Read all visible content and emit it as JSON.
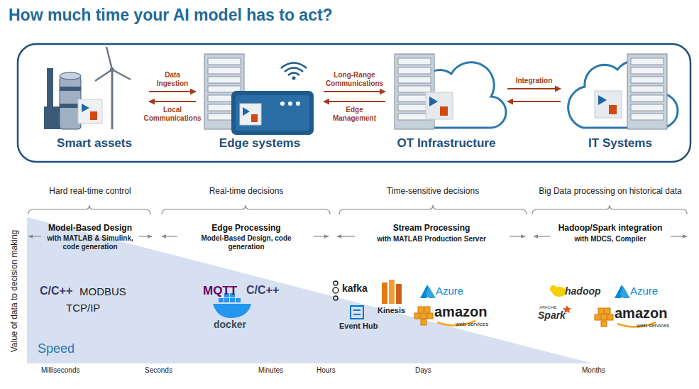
{
  "diagram": {
    "title": "How much time your AI model has to act?",
    "nodes": [
      {
        "text": [
          "Smart assets"
        ]
      },
      {
        "text": [
          "Edge systems"
        ]
      },
      {
        "text": [
          "OT Infrastructure"
        ]
      },
      {
        "text": [
          "IT Systems"
        ]
      }
    ],
    "edges": [
      {
        "from": 0,
        "to": 1,
        "label": "Data Ingestion",
        "arrow": "to"
      },
      {
        "from": 1,
        "to": 0,
        "label": "Local Communications",
        "arrow": "to"
      },
      {
        "from": 1,
        "to": 2,
        "label": "Long-Range Communications",
        "arrow": "to"
      },
      {
        "from": 2,
        "to": 1,
        "label": "Edge Management",
        "arrow": "to"
      },
      {
        "from": 2,
        "to": 3,
        "label": "Integration",
        "arrow": "to"
      },
      {
        "from": 3,
        "to": 2,
        "arrow": "to"
      }
    ],
    "labels": [
      "Hard real-time control",
      "Real-time decisions",
      "Time-sensitive decisions",
      "Big Data processing on historical data",
      "Model-Based Design",
      "with MATLAB & Simulink, code generation",
      "Edge Processing",
      "Model-Based Design, code generation",
      "Stream Processing",
      "with MATLAB Production Server",
      "Hadoop/Spark integration",
      "with MDCS, Compiler",
      "C/C++",
      "MODBUS",
      "TCP/IP",
      "MQTT",
      "C/C++",
      "docker",
      "kafka",
      "Kinesis",
      "Event Hub",
      "Azure",
      "amazon",
      "web services",
      "hadoop",
      "APACHE",
      "Spark",
      "Azure",
      "amazon",
      "web services",
      "Speed",
      "Value of data to decision making",
      "Milliseconds",
      "Seconds",
      "Minutes",
      "Hours",
      "Days",
      "Months"
    ]
  }
}
